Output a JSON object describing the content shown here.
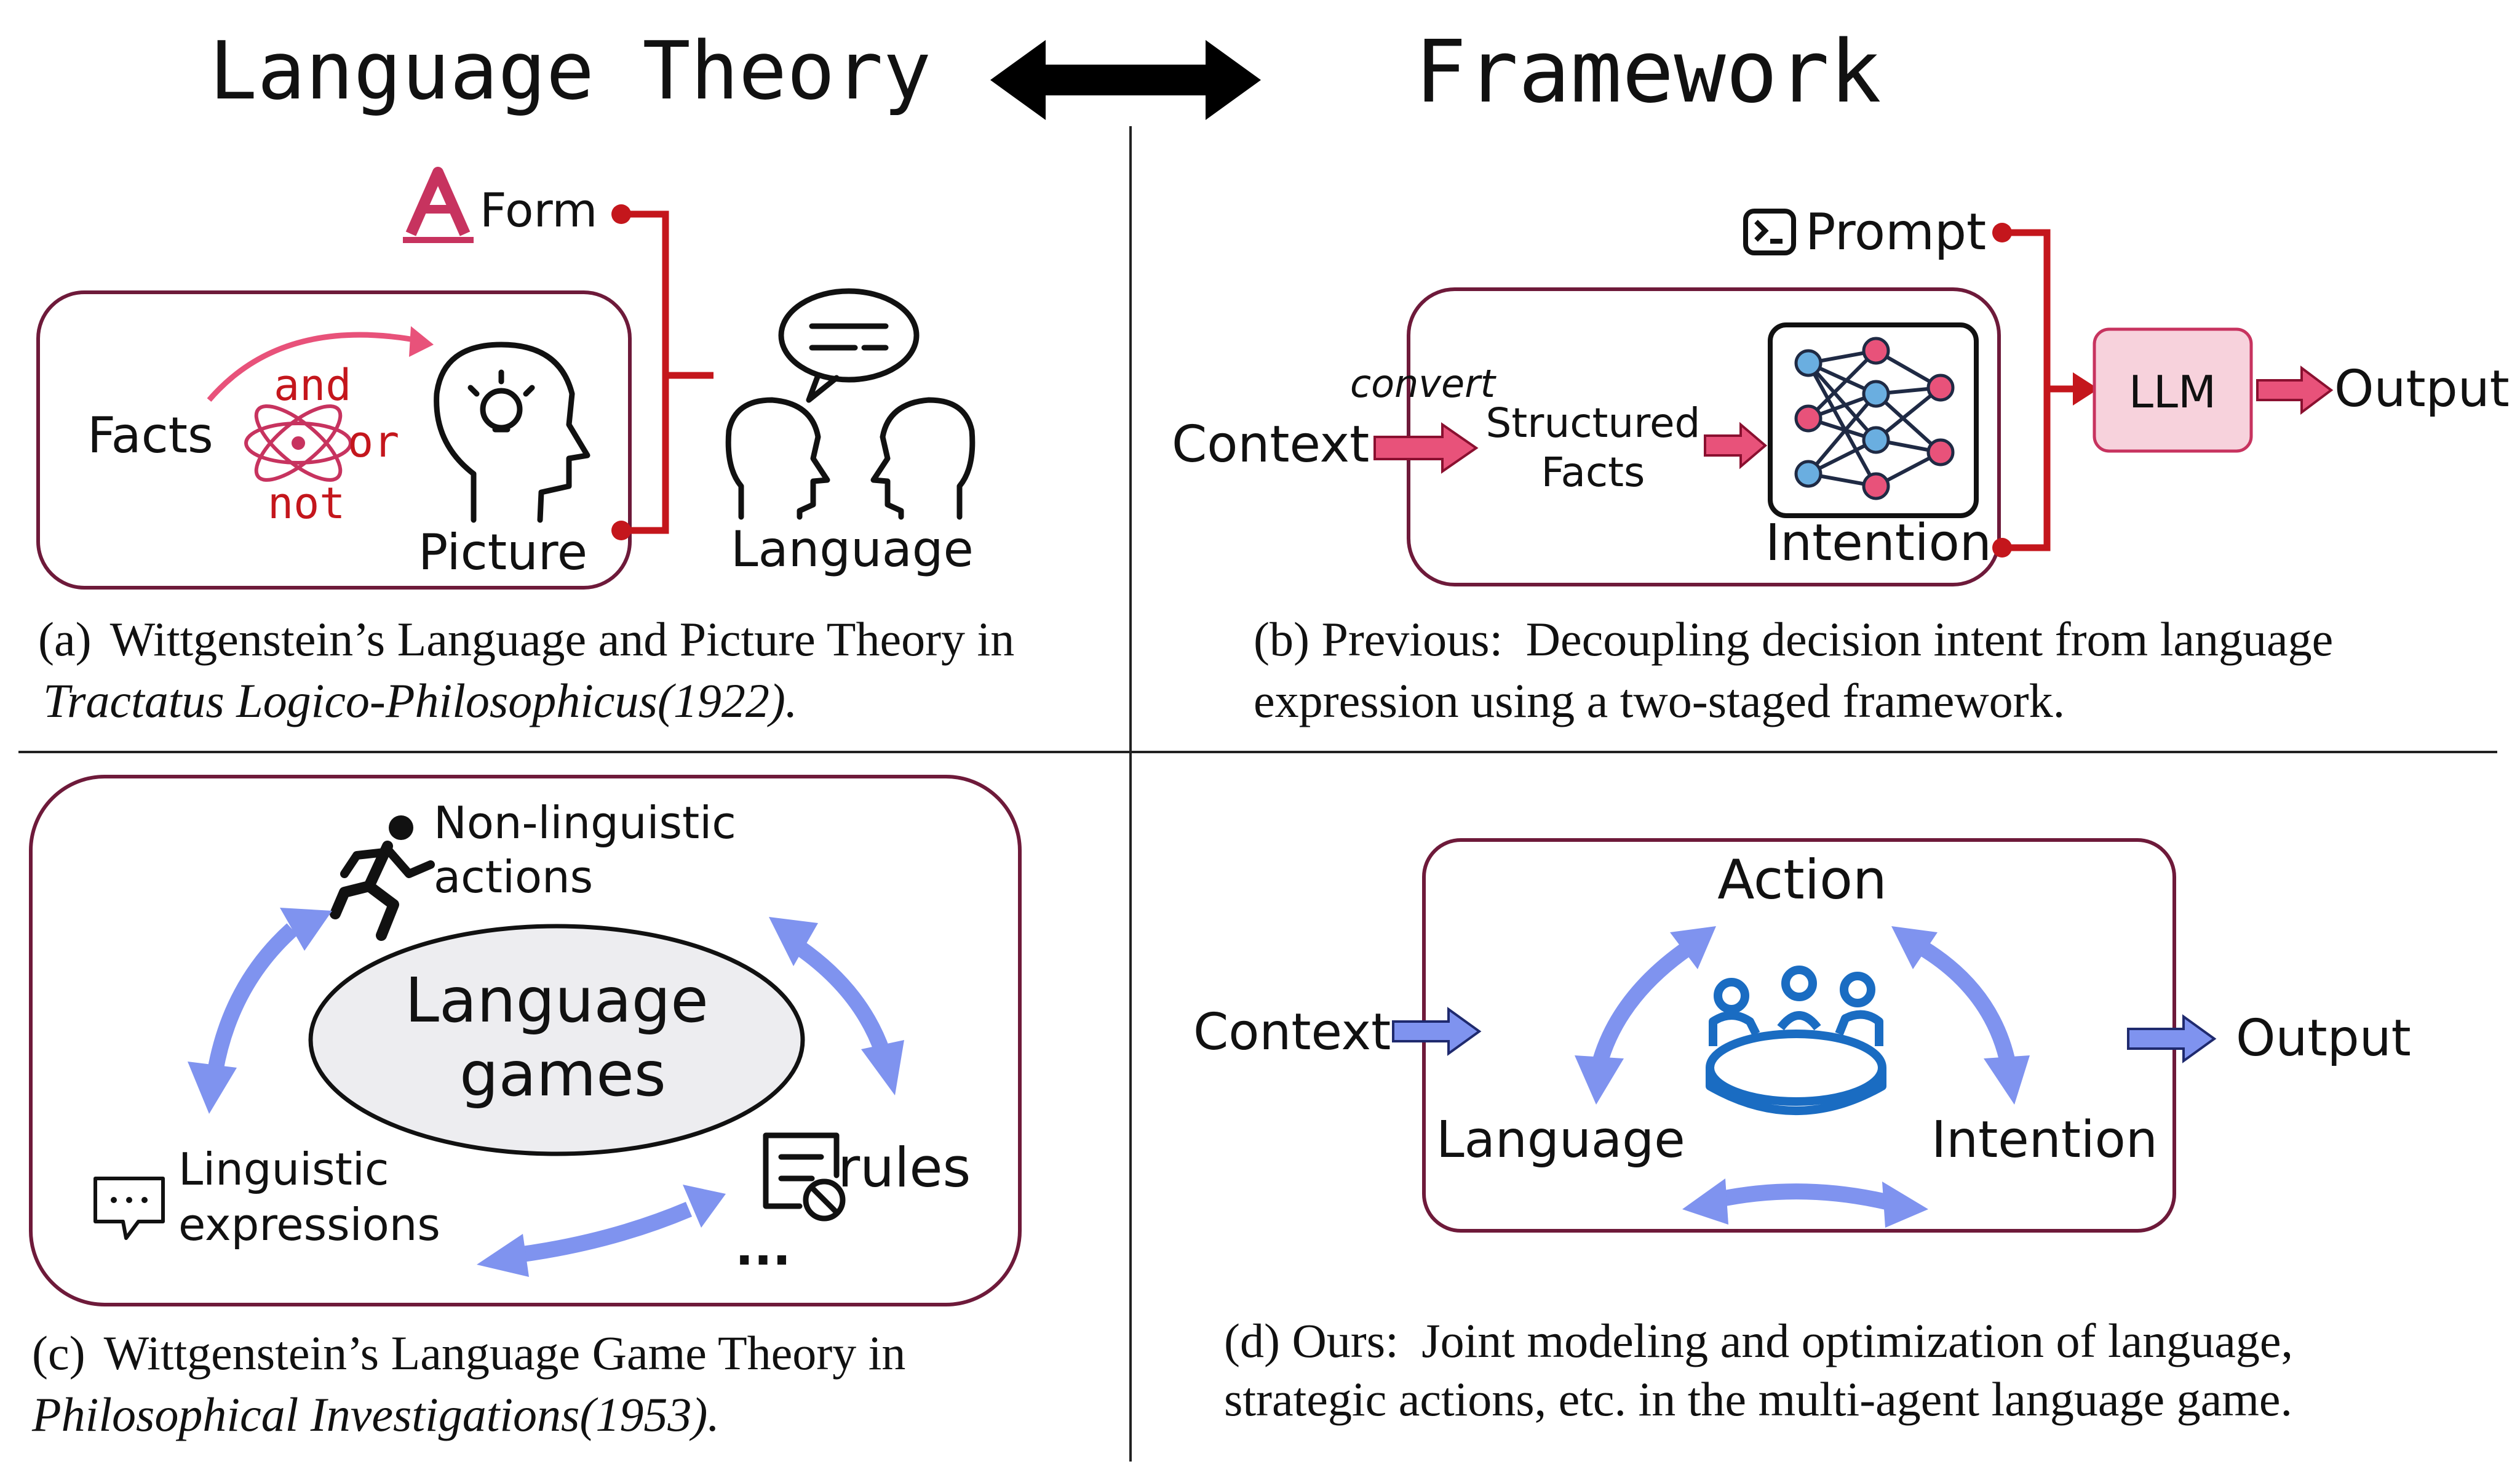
{
  "header": {
    "left_title": "Language Theory",
    "right_title": "Framework"
  },
  "panel_a": {
    "form": "Form",
    "facts": "Facts",
    "op_and": "and",
    "op_or": "or",
    "op_not": "not",
    "picture": "Picture",
    "language": "Language",
    "caption_label": "(a)",
    "caption_line1": "Wittgenstein’s Language and Picture Theory in",
    "caption_line2": "Tractatus Logico-Philosophicus(1922)."
  },
  "panel_b": {
    "prompt": "Prompt",
    "convert": "convert",
    "context": "Context",
    "structured": "Structured",
    "facts": "Facts",
    "intention": "Intention",
    "llm": "LLM",
    "output": "Output",
    "caption_label": "(b) Previous:",
    "caption_line1": "Decoupling decision intent from language",
    "caption_line2": "expression using a two-staged framework."
  },
  "panel_c": {
    "nonling_1": "Non-linguistic",
    "nonling_2": "actions",
    "games_1": "Language",
    "games_2": "games",
    "ling_1": "Linguistic",
    "ling_2": "expressions",
    "rules": "rules",
    "dots": "...",
    "caption_label": "(c)",
    "caption_line1": "Wittgenstein’s Language Game Theory in",
    "caption_line2": "Philosophical Investigations(1953)."
  },
  "panel_d": {
    "action": "Action",
    "context": "Context",
    "output": "Output",
    "language": "Language",
    "intention": "Intention",
    "caption_label": "(d) Ours:",
    "caption_line1": "Joint modeling and optimization of language,",
    "caption_line2": "strategic actions, etc. in the multi-agent language game."
  },
  "colors": {
    "box_border": "#6e1a3a",
    "red_connector": "#c4161c",
    "pink_arrow": "#e8527a",
    "pink_fill": "#f7d2dc",
    "blue_arrow": "#7f93ef",
    "blue_icon": "#1a6cc2"
  }
}
